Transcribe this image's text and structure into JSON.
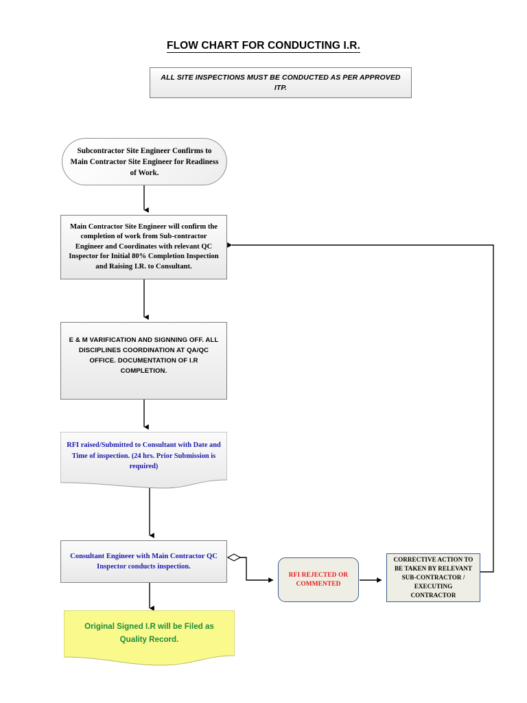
{
  "page": {
    "title": "FLOW CHART FOR CONDUCTING I.R.",
    "background_color": "#ffffff"
  },
  "banner": {
    "text": "ALL SITE INSPECTIONS  MUST BE CONDUCTED  AS PER APPROVED ITP.",
    "border_color": "#7a7a7a",
    "fill_color": "#efefef"
  },
  "colors": {
    "blue_text": "#1a1aa8",
    "red_text": "#e01b1b",
    "green_text": "#1e8a3c",
    "black_text": "#000000",
    "blue_border": "#3a5b8c",
    "cream_fill": "#efeee4",
    "yellow_fill": "#fafa8c",
    "grey_fill": "#eeeeee",
    "connector": "#000000"
  },
  "nodes": {
    "start": {
      "shape": "stadium",
      "text": "Subcontractor Site Engineer Confirms to Main Contractor Site Engineer for Readiness of Work.",
      "text_color": "#000000"
    },
    "confirm": {
      "shape": "rectangle",
      "text": "Main Contractor Site Engineer will confirm the completion of work from Sub-contractor Engineer and Coordinates with relevant QC Inspector for Initial 80% Completion Inspection and Raising I.R. to Consultant.",
      "text_color": "#000000"
    },
    "em_verification": {
      "shape": "rectangle",
      "text": "E & M VARIFICATION AND SIGNNING OFF. ALL DISCIPLINES COORDINATION AT QA/QC OFFICE. DOCUMENTATION OF I.R COMPLETION.",
      "text_color": "#000000",
      "lines": [
        "E & M VARIFICATION AND SIGNNING OFF.",
        "ALL DISCIPLINES COORDINATION AT",
        "QA/QC OFFICE.",
        "DOCUMENTATION OF I.R COMPLETION."
      ]
    },
    "rfi_raised": {
      "shape": "document",
      "text": "RFI raised/Submitted to Consultant with Date and Time of inspection. (24 hrs. Prior Submission is required)",
      "text_color": "#1a1aa8",
      "lines": [
        "RFI raised/Submitted to Consultant with",
        "Date and Time of inspection.",
        "(24 hrs. Prior Submission is required)"
      ]
    },
    "inspection": {
      "shape": "rectangle",
      "text": "Consultant Engineer with Main Contractor QC Inspector conducts inspection.",
      "text_color": "#1a1aa8"
    },
    "filed": {
      "shape": "document",
      "text": "Original Signed I.R will be Filed as Quality Record.",
      "text_color": "#1e8a3c"
    },
    "rejected": {
      "shape": "rounded-rectangle",
      "text": "RFI REJECTED OR COMMENTED",
      "text_color": "#e01b1b"
    },
    "corrective": {
      "shape": "rectangle",
      "text": "CORRECTIVE ACTION TO BE TAKEN BY RELEVANT SUB-CONTRACTOR / EXECUTING CONTRACTOR",
      "text_color": "#000000"
    }
  },
  "connectors": [
    {
      "name": "start-to-confirm",
      "from": "start",
      "to": "confirm",
      "style": "arrow-down"
    },
    {
      "name": "confirm-to-em",
      "from": "confirm",
      "to": "em_verification",
      "style": "arrow-down"
    },
    {
      "name": "em-to-rfi",
      "from": "em_verification",
      "to": "rfi_raised",
      "style": "arrow-down"
    },
    {
      "name": "rfi-to-inspection",
      "from": "rfi_raised",
      "to": "inspection",
      "style": "arrow-down"
    },
    {
      "name": "inspection-to-filed",
      "from": "inspection",
      "to": "filed",
      "style": "arrow-down"
    },
    {
      "name": "inspection-to-rejected",
      "from": "inspection",
      "to": "rejected",
      "style": "diamond-elbow-right"
    },
    {
      "name": "rejected-to-corrective",
      "from": "rejected",
      "to": "corrective",
      "style": "arrow-right"
    },
    {
      "name": "corrective-to-confirm",
      "from": "corrective",
      "to": "confirm",
      "style": "feedback-loop-up-left"
    }
  ]
}
